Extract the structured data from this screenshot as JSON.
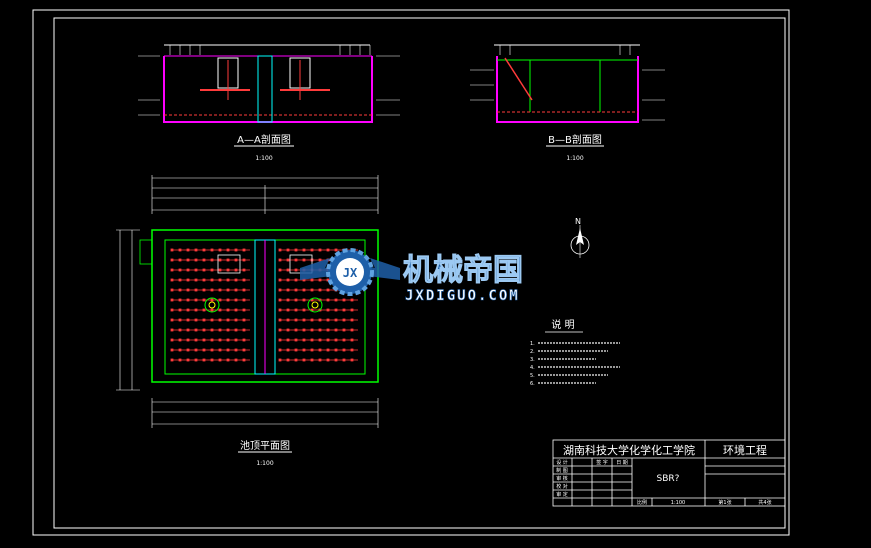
{
  "drawing": {
    "sections": {
      "aa_title": "A—A剖面图",
      "aa_scale": "1:100",
      "bb_title": "B—B剖面图",
      "bb_scale": "1:100",
      "plan_title": "池顶平面图",
      "plan_scale": "1:100"
    },
    "notes": {
      "heading": "说 明",
      "items": [
        "1.",
        "2.",
        "3.",
        "4.",
        "5.",
        "6."
      ]
    },
    "north_label": "N",
    "title_block": {
      "school": "湖南科技大学化学化工学院",
      "major": "环境工程",
      "drawing_name": "SBR?",
      "scale_label": "比例",
      "scale_value": "1:100",
      "sheet_label": "第1张",
      "total_label": "共4张",
      "rows_left": [
        "设 计",
        "制 图",
        "审 核",
        "校 对",
        "审 定"
      ],
      "col_headers": [
        "签 字",
        "日 期"
      ]
    }
  },
  "watermark": {
    "cn_text": "机械帝国",
    "en_text": "JXDIGUO.COM",
    "badge_text": "JX"
  },
  "colors": {
    "background": "#000000",
    "frame": "#ffffff",
    "wall": "#00ff00",
    "pipe": "#ff3b3b",
    "structure": "#ff00ff",
    "dimension": "#ffffff",
    "accent": "#00ffff",
    "watermark": "#1e5fa8"
  }
}
